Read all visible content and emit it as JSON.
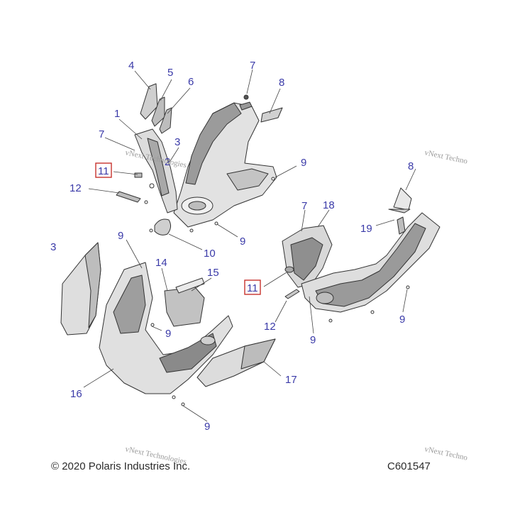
{
  "diagram": {
    "callouts": {
      "c4": "4",
      "c5": "5",
      "c6": "6",
      "c7a": "7",
      "c8a": "8",
      "c1": "1",
      "c7b": "7",
      "c3a": "3",
      "c2": "2",
      "c11a": "11",
      "c12a": "12",
      "c9a": "9",
      "c9b": "9",
      "c10": "10",
      "c3b": "3",
      "c9c": "9",
      "c14": "14",
      "c15": "15",
      "c9d": "9",
      "c16": "16",
      "c17": "17",
      "c9e": "9",
      "c8b": "8",
      "c7c": "7",
      "c18": "18",
      "c19": "19",
      "c11b": "11",
      "c12b": "12",
      "c9f": "9",
      "c9g": "9"
    },
    "watermarks": {
      "w1": "vNext Technologies",
      "w2": "vNext Techno",
      "w3": "vNext Technologies",
      "w4": "vNext Techno"
    },
    "footer": {
      "copyright": "© 2020 Polaris Industries Inc.",
      "code": "C601547"
    },
    "colors": {
      "callout": "#3a3aa8",
      "highlight": "#c8322d",
      "part_fill": "#d9d9d9",
      "part_shade": "#8f8f8f"
    }
  }
}
